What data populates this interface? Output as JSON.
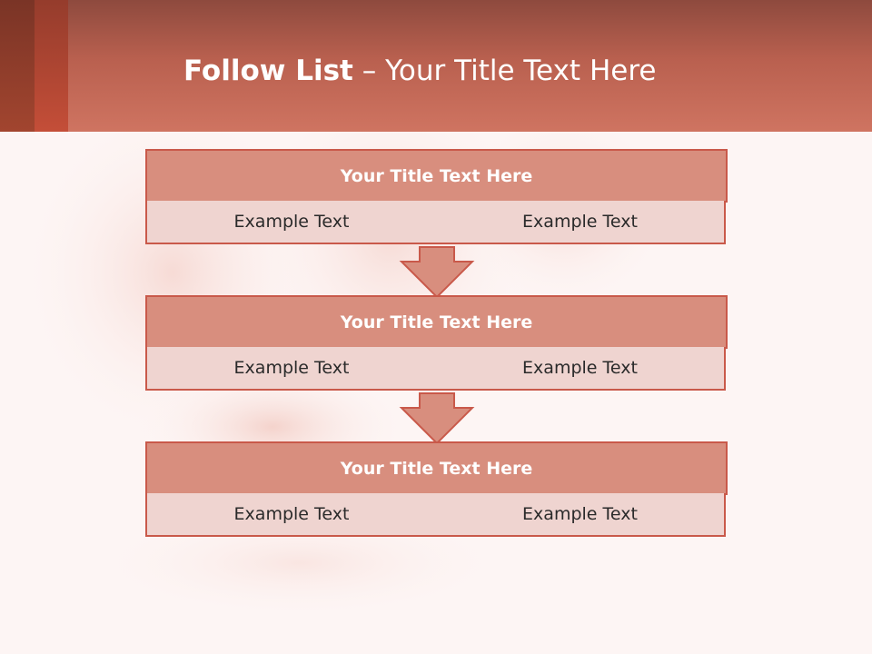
{
  "title": {
    "bold": "Follow List",
    "rest": " – Your Title Text Here"
  },
  "steps": [
    {
      "title": "Your Title Text Here",
      "left": "Example Text",
      "right": "Example Text"
    },
    {
      "title": "Your Title Text Here",
      "left": "Example Text",
      "right": "Example Text"
    },
    {
      "title": "Your Title Text Here",
      "left": "Example Text",
      "right": "Example Text"
    }
  ],
  "colors": {
    "accent": "#c9594a",
    "title_fill": "#d88e7e",
    "cell_fill": "#efd4d0"
  },
  "icons": {
    "arrow": "down-arrow-icon"
  }
}
